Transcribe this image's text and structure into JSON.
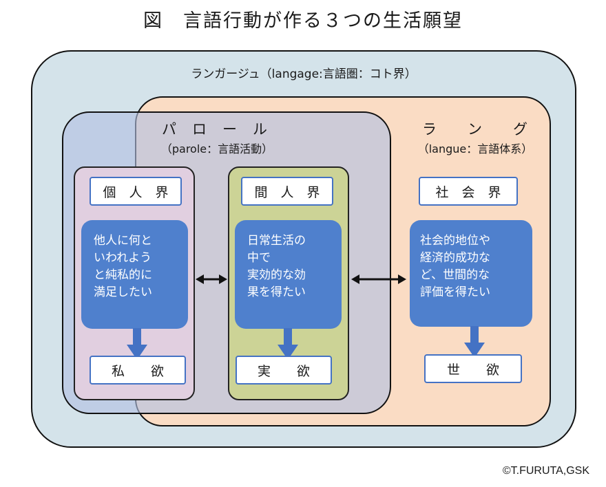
{
  "title": "図　言語行動が作る３つの生活願望",
  "langage": {
    "label": "ランガージュ（langage:言語圏：コト界）"
  },
  "parole": {
    "label": "パ　ロ　ー　ル",
    "sub": "（parole：言語活動）"
  },
  "langue": {
    "label": "ラ　　ン　　グ",
    "sub": "（langue：言語体系）"
  },
  "columns": [
    {
      "realm": "個　人　界",
      "desire_text": "他人に何と\nいわれよう\nと純私的に\n満足したい",
      "result": "私　　欲"
    },
    {
      "realm": "間　人　界",
      "desire_text": "日常生活の\n中で\n実効的な効\n果を得たい",
      "result": "実　　欲"
    },
    {
      "realm": "社　会　界",
      "desire_text": "社会的地位や\n経済的成功な\nど、世間的な\n評価を得たい",
      "result": "世　　欲"
    }
  ],
  "copyright": "©T.FURUTA,GSK",
  "colors": {
    "outer_fill": "#d4e3ea",
    "langue_fill": "#fadcc4",
    "parole_fill": "#b2c0e2",
    "indiv_fill": "#e1cfe0",
    "inter_fill": "#ccd396",
    "desire_box": "#4f80cd",
    "arrow": "#4472c4"
  }
}
